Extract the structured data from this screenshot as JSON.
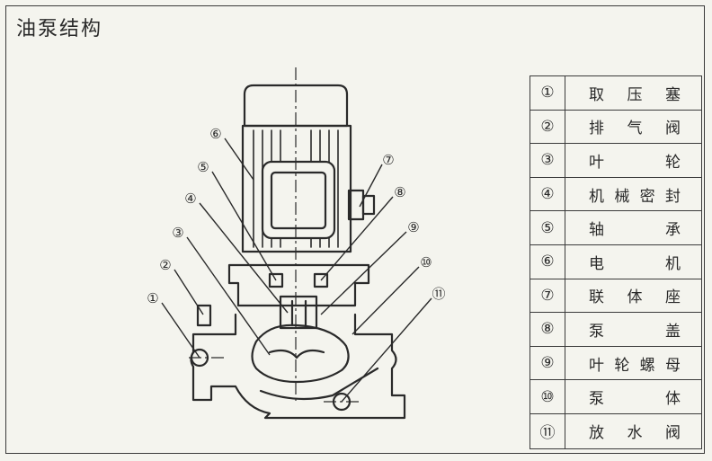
{
  "title": "油泵结构",
  "callouts": [
    "①",
    "②",
    "③",
    "④",
    "⑤",
    "⑥",
    "⑦",
    "⑧",
    "⑨",
    "⑩",
    "⑪"
  ],
  "legend": [
    {
      "num": "①",
      "chars": [
        "取",
        "压",
        "塞"
      ]
    },
    {
      "num": "②",
      "chars": [
        "排",
        "气",
        "阀"
      ]
    },
    {
      "num": "③",
      "chars": [
        "叶",
        "轮"
      ]
    },
    {
      "num": "④",
      "chars": [
        "机",
        "械",
        "密",
        "封"
      ]
    },
    {
      "num": "⑤",
      "chars": [
        "轴",
        "承"
      ]
    },
    {
      "num": "⑥",
      "chars": [
        "电",
        "机"
      ]
    },
    {
      "num": "⑦",
      "chars": [
        "联",
        "体",
        "座"
      ]
    },
    {
      "num": "⑧",
      "chars": [
        "泵",
        "盖"
      ]
    },
    {
      "num": "⑨",
      "chars": [
        "叶",
        "轮",
        "螺",
        "母"
      ]
    },
    {
      "num": "⑩",
      "chars": [
        "泵",
        "体"
      ]
    },
    {
      "num": "⑪",
      "chars": [
        "放",
        "水",
        "阀"
      ]
    }
  ]
}
